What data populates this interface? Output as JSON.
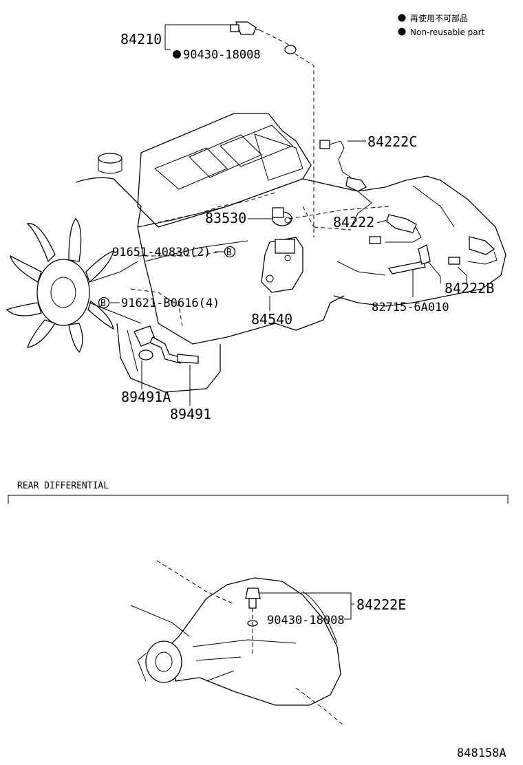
{
  "legend": {
    "jp": "再使用不可部品",
    "en": "Non-reusable part"
  },
  "parts": {
    "p84210": "84210",
    "p90430_top": "90430-18008",
    "p84222C": "84222C",
    "p83530": "83530",
    "p84222": "84222",
    "p91651": "91651-40830(2)",
    "p91621": "91621-B0616(4)",
    "p84540": "84540",
    "p84222B": "84222B",
    "p82715": "82715-6A010",
    "p89491A": "89491A",
    "p89491": "89491",
    "p84222E": "84222E",
    "p90430_rear": "90430-18008"
  },
  "callouts": {
    "b": "B"
  },
  "section_title": "REAR DIFFERENTIAL",
  "figure_id": "848158A",
  "colors": {
    "ink": "#000000",
    "paper": "#ffffff"
  }
}
